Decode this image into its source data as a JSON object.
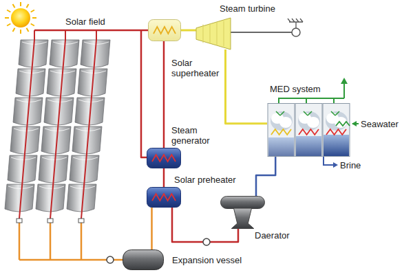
{
  "diagram": {
    "nodes": [
      {
        "text": [
          "Solar superheater"
        ]
      },
      {
        "text": [
          "Steam turbine"
        ]
      },
      {
        "text": [
          "MED system"
        ]
      },
      {
        "text": [
          "Steam generator"
        ]
      },
      {
        "text": [
          "Solar preheater"
        ]
      },
      {
        "text": [
          "Daerator"
        ]
      },
      {
        "text": [
          "Expansion vessel"
        ]
      }
    ],
    "edges": [
      {
        "from": 0,
        "to": 1,
        "arrow": "none"
      },
      {
        "from": 1,
        "to": 2,
        "arrow": "none"
      },
      {
        "from": 2,
        "to": 5,
        "arrow": "none"
      },
      {
        "from": 5,
        "to": 4,
        "arrow": "none"
      },
      {
        "from": 4,
        "to": 3,
        "arrow": "none"
      },
      {
        "from": 3,
        "to": 0,
        "arrow": "none"
      },
      {
        "from": 4,
        "to": 6,
        "arrow": "none"
      }
    ],
    "labels": [
      "Solar field",
      "Seawater",
      "Brine"
    ]
  }
}
